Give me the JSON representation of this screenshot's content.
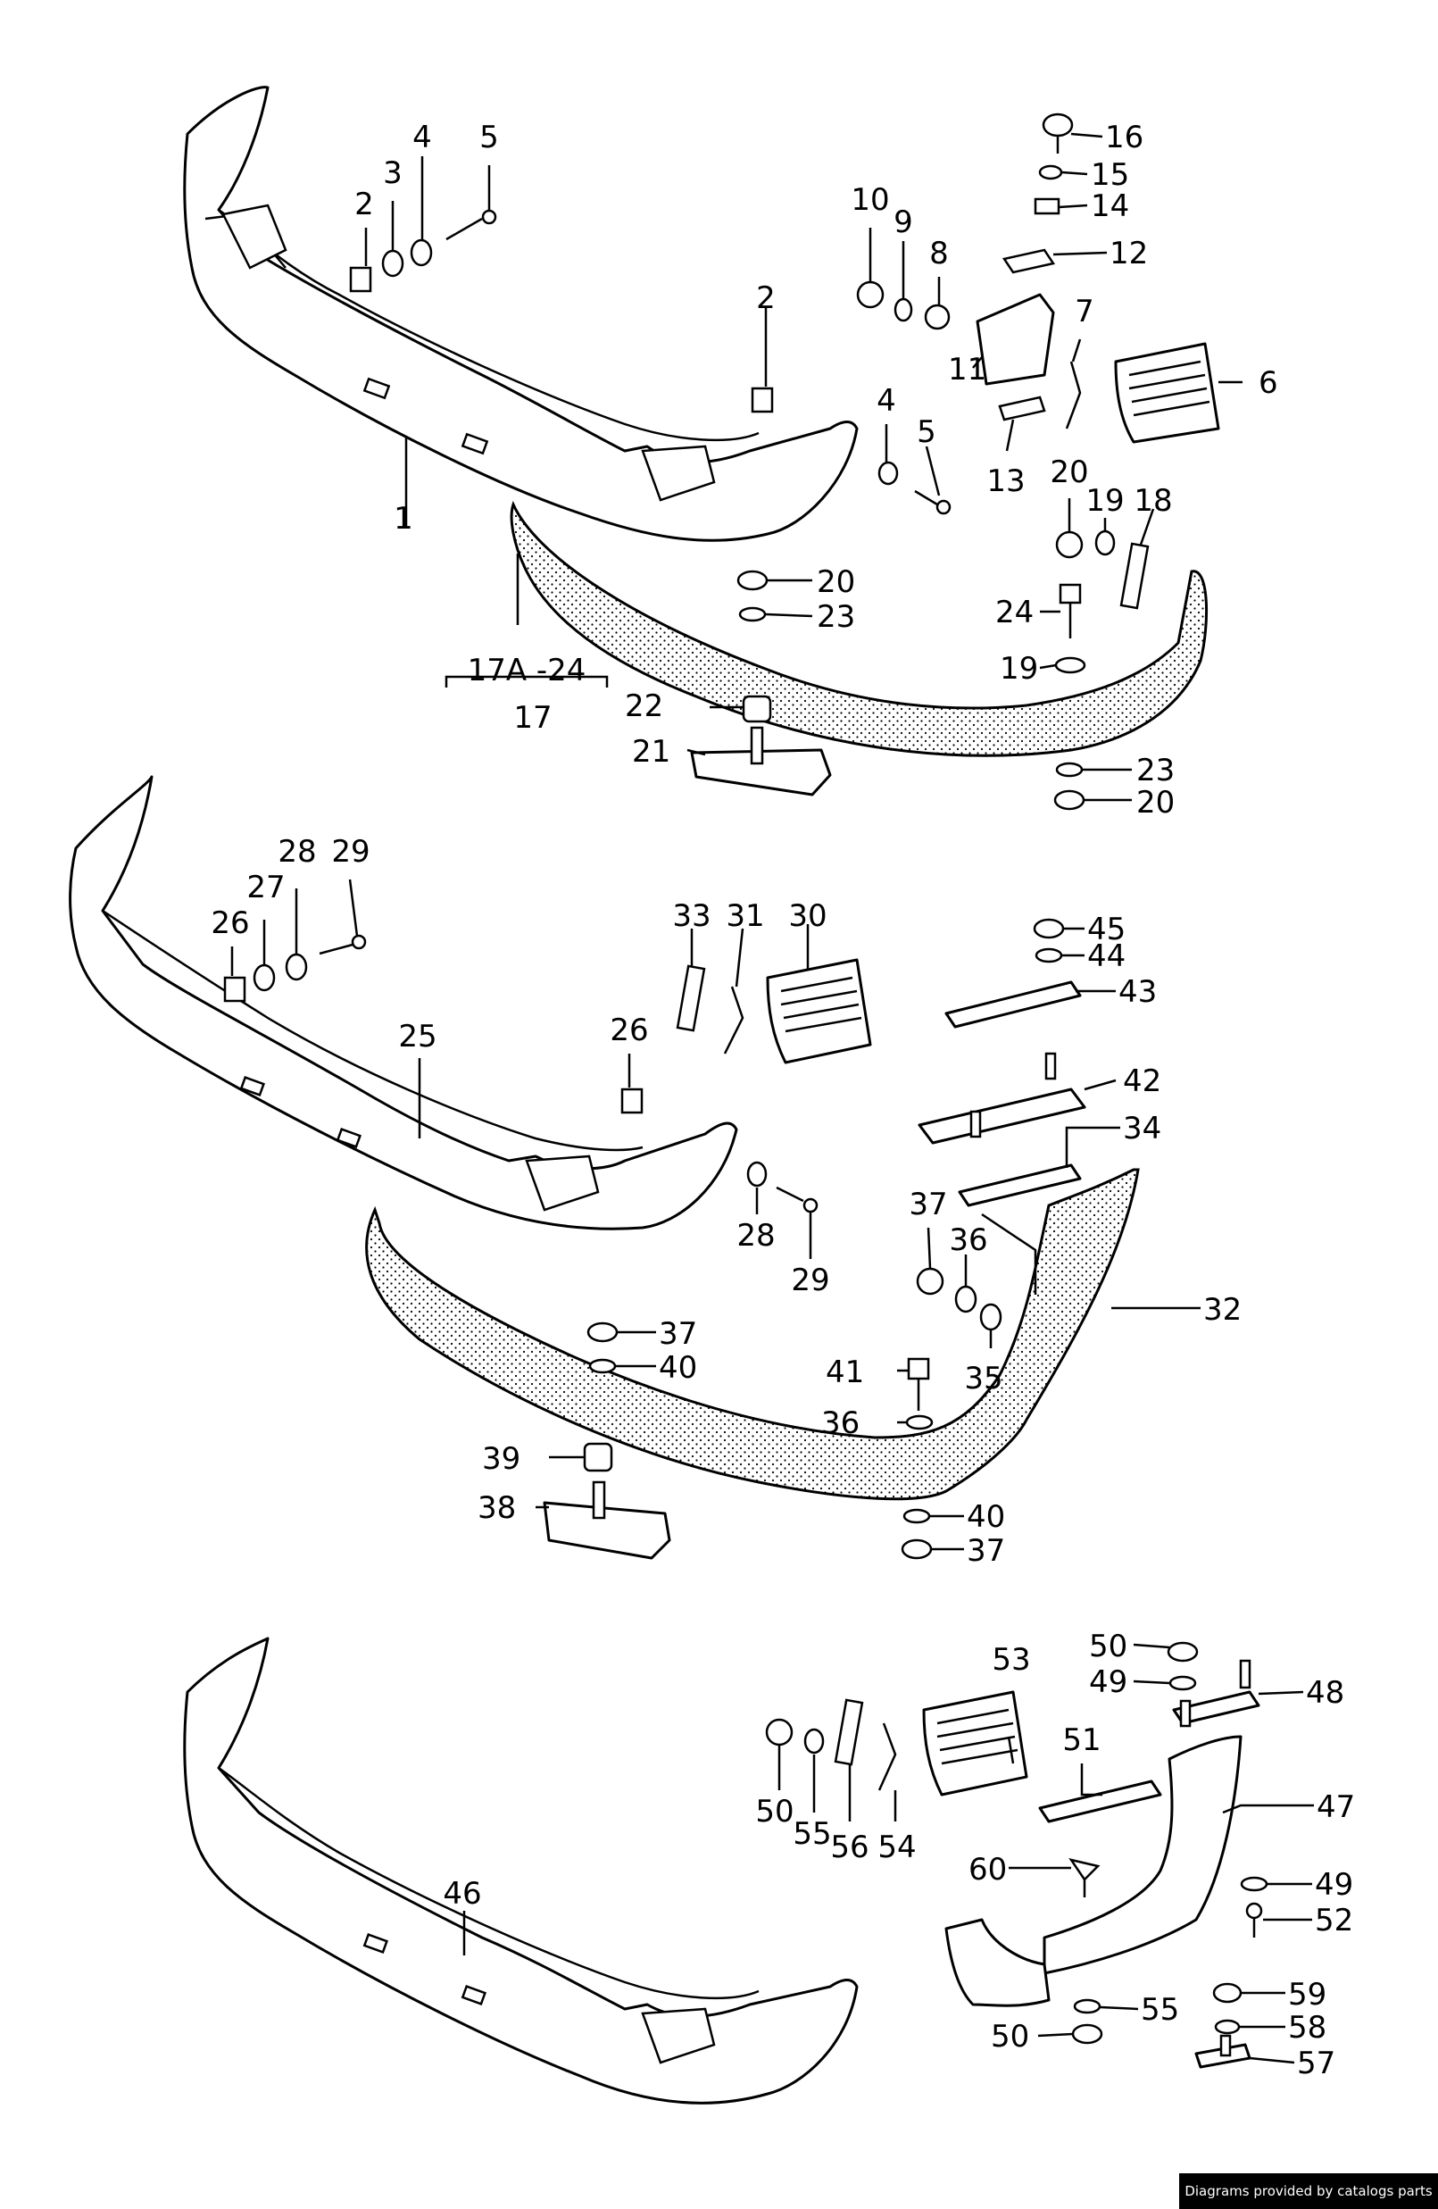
{
  "labels": [
    {
      "id": "l1",
      "text": "1"
    },
    {
      "id": "l2a",
      "text": "2"
    },
    {
      "id": "l3",
      "text": "3"
    },
    {
      "id": "l4a",
      "text": "4"
    },
    {
      "id": "l5a",
      "text": "5"
    },
    {
      "id": "l2b",
      "text": "2"
    },
    {
      "id": "l4b",
      "text": "4"
    },
    {
      "id": "l5b",
      "text": "5"
    },
    {
      "id": "l6",
      "text": "6"
    },
    {
      "id": "l7",
      "text": "7"
    },
    {
      "id": "l8",
      "text": "8"
    },
    {
      "id": "l9",
      "text": "9"
    },
    {
      "id": "l10",
      "text": "10"
    },
    {
      "id": "l11",
      "text": "11"
    },
    {
      "id": "l12",
      "text": "12"
    },
    {
      "id": "l13",
      "text": "13"
    },
    {
      "id": "l14",
      "text": "14"
    },
    {
      "id": "l15",
      "text": "15"
    },
    {
      "id": "l16",
      "text": "16"
    },
    {
      "id": "l17",
      "text": "17"
    },
    {
      "id": "l17r",
      "text": "17A -24"
    },
    {
      "id": "l18",
      "text": "18"
    },
    {
      "id": "l19a",
      "text": "19"
    },
    {
      "id": "l19b",
      "text": "19"
    },
    {
      "id": "l20a",
      "text": "20"
    },
    {
      "id": "l20b",
      "text": "20"
    },
    {
      "id": "l20c",
      "text": "20"
    },
    {
      "id": "l21",
      "text": "21"
    },
    {
      "id": "l22",
      "text": "22"
    },
    {
      "id": "l23a",
      "text": "23"
    },
    {
      "id": "l23b",
      "text": "23"
    },
    {
      "id": "l24",
      "text": "24"
    },
    {
      "id": "l25",
      "text": "25"
    },
    {
      "id": "l26a",
      "text": "26"
    },
    {
      "id": "l26b",
      "text": "26"
    },
    {
      "id": "l27",
      "text": "27"
    },
    {
      "id": "l28a",
      "text": "28"
    },
    {
      "id": "l28b",
      "text": "28"
    },
    {
      "id": "l29a",
      "text": "29"
    },
    {
      "id": "l29b",
      "text": "29"
    },
    {
      "id": "l30",
      "text": "30"
    },
    {
      "id": "l31",
      "text": "31"
    },
    {
      "id": "l32",
      "text": "32"
    },
    {
      "id": "l33",
      "text": "33"
    },
    {
      "id": "l34",
      "text": "34"
    },
    {
      "id": "l35",
      "text": "35"
    },
    {
      "id": "l36a",
      "text": "36"
    },
    {
      "id": "l36b",
      "text": "36"
    },
    {
      "id": "l37a",
      "text": "37"
    },
    {
      "id": "l37b",
      "text": "37"
    },
    {
      "id": "l37c",
      "text": "37"
    },
    {
      "id": "l38",
      "text": "38"
    },
    {
      "id": "l39",
      "text": "39"
    },
    {
      "id": "l40a",
      "text": "40"
    },
    {
      "id": "l40b",
      "text": "40"
    },
    {
      "id": "l41",
      "text": "41"
    },
    {
      "id": "l42",
      "text": "42"
    },
    {
      "id": "l43",
      "text": "43"
    },
    {
      "id": "l44",
      "text": "44"
    },
    {
      "id": "l45",
      "text": "45"
    },
    {
      "id": "l46",
      "text": "46"
    },
    {
      "id": "l47",
      "text": "47"
    },
    {
      "id": "l48",
      "text": "48"
    },
    {
      "id": "l49a",
      "text": "49"
    },
    {
      "id": "l49b",
      "text": "49"
    },
    {
      "id": "l50a",
      "text": "50"
    },
    {
      "id": "l50b",
      "text": "50"
    },
    {
      "id": "l50c",
      "text": "50"
    },
    {
      "id": "l51",
      "text": "51"
    },
    {
      "id": "l52",
      "text": "52"
    },
    {
      "id": "l53",
      "text": "53"
    },
    {
      "id": "l54",
      "text": "54"
    },
    {
      "id": "l55a",
      "text": "55"
    },
    {
      "id": "l55b",
      "text": "55"
    },
    {
      "id": "l56",
      "text": "56"
    },
    {
      "id": "l57",
      "text": "57"
    },
    {
      "id": "l58",
      "text": "58"
    },
    {
      "id": "l59",
      "text": "59"
    },
    {
      "id": "l60",
      "text": "60"
    }
  ],
  "footer": {
    "text": "Diagrams provided by catalogs parts"
  }
}
